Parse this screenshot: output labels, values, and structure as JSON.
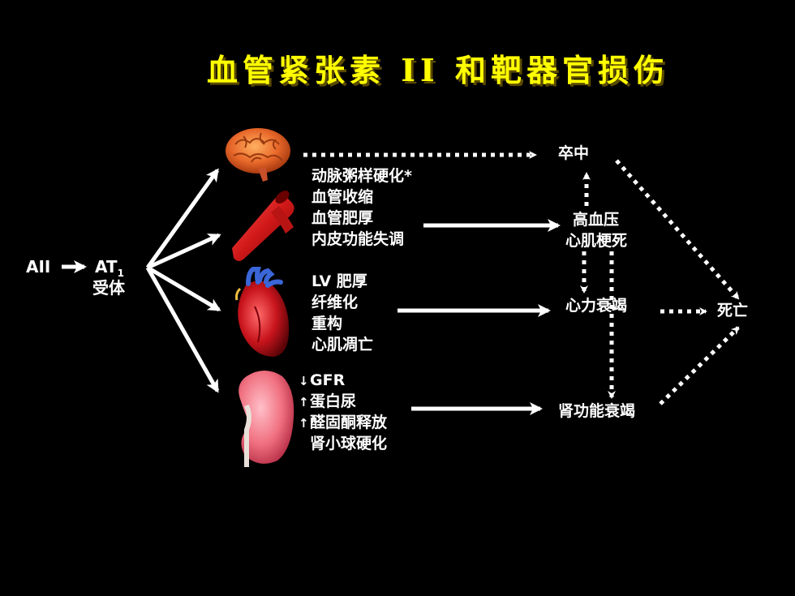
{
  "title": "血管紧张素 II 和靶器官损伤",
  "left": {
    "aii": "AII",
    "at": "AT",
    "at_sub": "1",
    "receptor": "受体"
  },
  "organs": [
    {
      "name": "brain-icon"
    },
    {
      "name": "artery-icon"
    },
    {
      "name": "heart-icon"
    },
    {
      "name": "kidney-icon"
    }
  ],
  "effects": {
    "vessel": [
      "动脉粥样硬化*",
      "血管收缩",
      "血管肥厚",
      "内皮功能失调"
    ],
    "heart": [
      "LV 肥厚",
      "纤维化",
      "重构",
      "心肌凋亡"
    ],
    "kidney": [
      {
        "arrow": "↓",
        "text": "GFR"
      },
      {
        "arrow": "↑",
        "text": "蛋白尿"
      },
      {
        "arrow": "↑",
        "text": "醛固酮释放"
      },
      {
        "arrow": "",
        "text": "肾小球硬化"
      }
    ]
  },
  "outcomes": {
    "stroke": "卒中",
    "hypertension": "高血压",
    "mi": "心肌梗死",
    "heart_failure": "心力衰竭",
    "renal_failure": "肾功能衰竭",
    "death": "死亡"
  },
  "colors": {
    "title": "#ffff00",
    "background": "#000000",
    "arrow": "#ffffff"
  }
}
